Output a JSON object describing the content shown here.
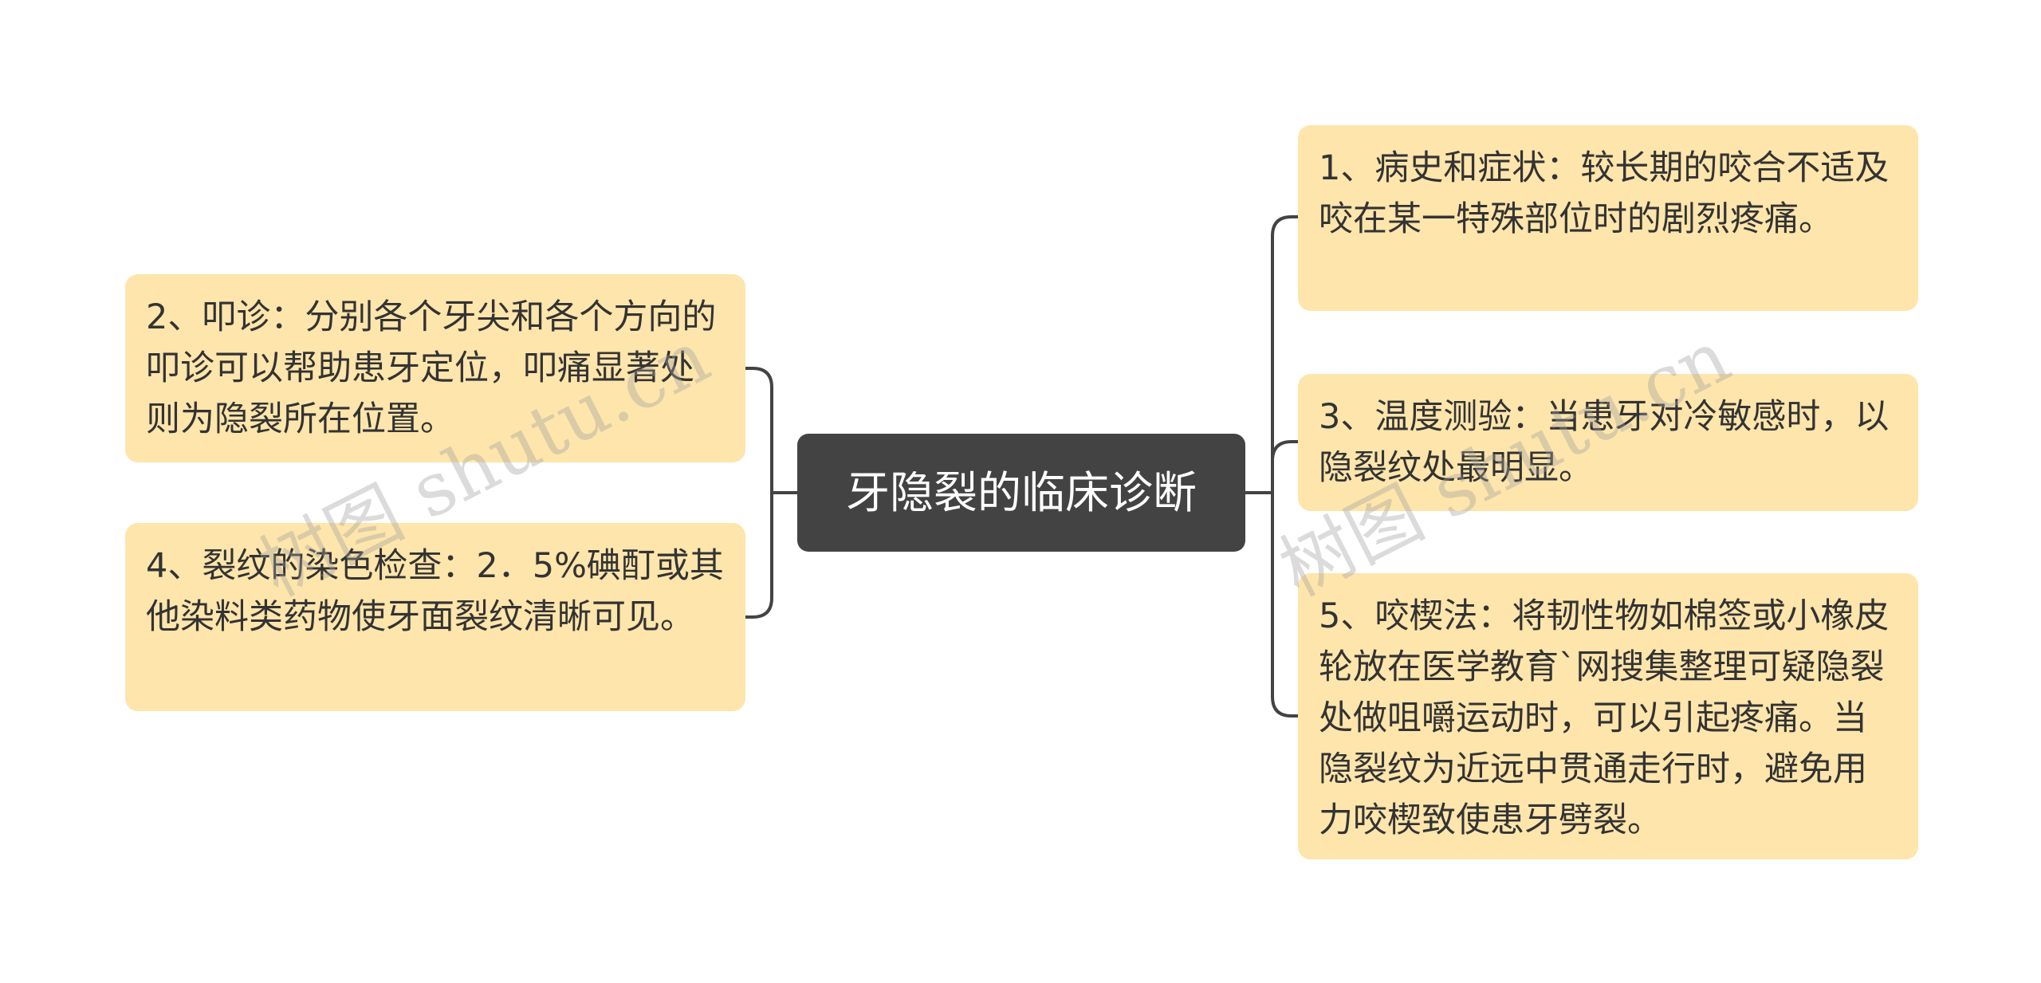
{
  "center": {
    "label": "牙隐裂的临床诊断"
  },
  "left_nodes": [
    {
      "id": "tap-test",
      "text": "2、叩诊：分别各个牙尖和各个方向的叩诊可以帮助患牙定位，叩痛显著处则为隐裂所在位置。"
    },
    {
      "id": "dye-test",
      "text": "4、裂纹的染色检查：2．5%碘酊或其他染料类药物使牙面裂纹清晰可见。"
    }
  ],
  "right_nodes": [
    {
      "id": "history",
      "text": "1、病史和症状：较长期的咬合不适及咬在某一特殊部位时的剧烈疼痛。"
    },
    {
      "id": "thermal-test",
      "text": "3、温度测验：当患牙对冷敏感时，以隐裂纹处最明显。"
    },
    {
      "id": "bite-test",
      "text": "5、咬楔法：将韧性物如棉签或小橡皮轮放在医学教育`网搜集整理可疑隐裂处做咀嚼运动时，可以引起疼痛。当隐裂纹为近远中贯通走行时，避免用力咬楔致使患牙劈裂。"
    }
  ],
  "watermarks": [
    "树图 shutu.cn",
    "树图 shutu.cn"
  ],
  "colors": {
    "center_bg": "#434343",
    "node_bg": "#fee5ac",
    "line": "#434343",
    "text": "#333333"
  }
}
